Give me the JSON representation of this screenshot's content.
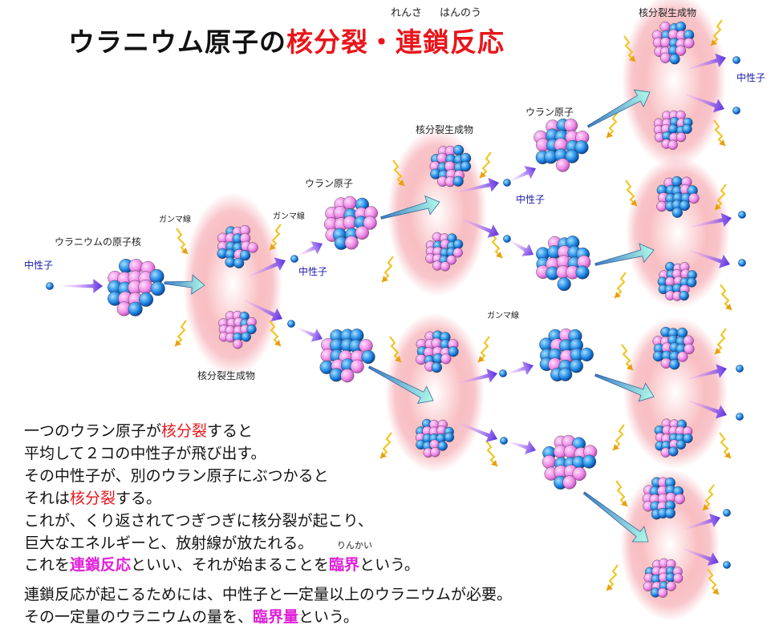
{
  "title": {
    "black": "ウラニウム原子の",
    "red": "核分裂・連鎖反応",
    "ruby1": "れんさ",
    "ruby2": "はんのう"
  },
  "labels": {
    "neutron": "中性子",
    "uranium_nucleus": "ウラニウムの原子核",
    "gamma": "ガンマ線",
    "fission_products": "核分裂生成物",
    "uranium_atom": "ウラン原子"
  },
  "text": {
    "l1a": "一つのウラン原子が",
    "l1b": "核分裂",
    "l1c": "すると",
    "l2": "平均して２コの中性子が飛び出す。",
    "l3": "その中性子が、別のウラン原子にぶつかると",
    "l4a": "それは",
    "l4b": "核分裂",
    "l4c": "する。",
    "l5": "これが、くり返されてつぎつぎに核分裂が起こり、",
    "l6": "巨大なエネルギーと、放射線が放たれる。",
    "ruby_rinkai": "りんかい",
    "l7a": "これを",
    "l7b": "連鎖反応",
    "l7c": "といい、それが始まることを",
    "l7d": "臨界",
    "l7e": "という。",
    "l8": "連鎖反応が起こるためには、中性子と一定量以上のウラニウムが必要。",
    "l9a": "その一定量のウラニウムの量を、",
    "l9b": "臨界量",
    "l9c": "という。"
  },
  "colors": {
    "red": "#e8161b",
    "magenta": "#e020d8",
    "neutron": "#1f6fd6",
    "pink_ball": "#f08ce8",
    "blue_ball": "#1e88e5",
    "glow": "#f4a0a8",
    "gamma": "#f2c21a",
    "arrow_neutron": "#7a3cf0",
    "arrow_cyan": "#a8f0e0"
  }
}
